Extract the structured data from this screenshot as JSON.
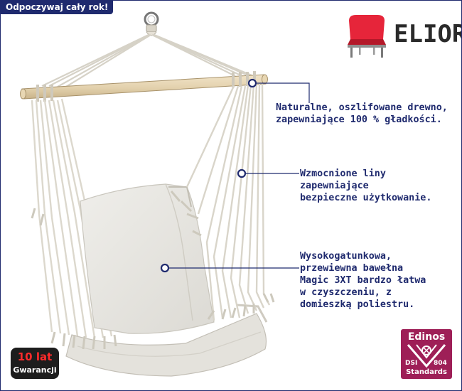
{
  "banner": {
    "text": "Odpoczywaj cały rok!"
  },
  "brand": {
    "name": "ELIOR",
    "icon": "chair-icon",
    "color": "#e6253a"
  },
  "callouts": [
    {
      "text": "Naturalne, oszlifowane drewno,\nzapewniające 100 % gładkości."
    },
    {
      "text": "Wzmocnione liny\nzapewniające\nbezpieczne użytkowanie."
    },
    {
      "text": "Wysokogatunkowa,\nprzewiewna bawełna\nMagic 3XT bardzo łatwa\nw czyszczeniu, z\ndomieszką poliestru."
    }
  ],
  "warranty": {
    "years": "10 lat",
    "label": "Gwarancji"
  },
  "certificate": {
    "brand": "Edinos",
    "left": "DSI",
    "right": "804",
    "footer": "Standards",
    "color": "#9e1f57"
  },
  "colors": {
    "accent": "#1f2a6e",
    "rope": "#ddd9cf",
    "fabric": "#e9e8e3",
    "wood": "#e3d1ad"
  }
}
